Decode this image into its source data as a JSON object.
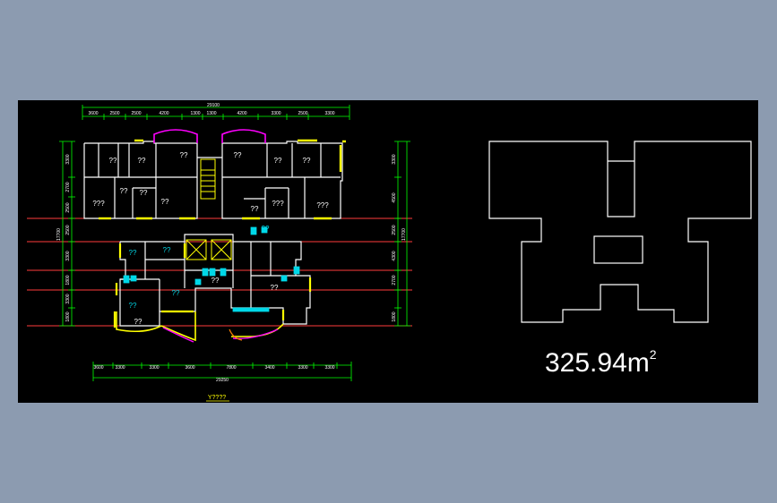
{
  "viewport": {
    "background_color": "#8c9bb0",
    "drawing_background": "#000000"
  },
  "colors": {
    "wall": "#ffffff",
    "window": "#ffff00",
    "bay": "#ff00ff",
    "dim": "#00ff00",
    "grid": "#ff3b3b",
    "fixture": "#00d8e8"
  },
  "dimensions": {
    "top_total": "29100",
    "top": [
      "3600",
      "2500",
      "2500",
      "4200",
      "1300",
      "1300",
      "4200",
      "3300",
      "2500",
      "3300"
    ],
    "bottom_total": "29250",
    "bottom": [
      "3600",
      "3300",
      "3300",
      "3600",
      "7800",
      "3400",
      "3300",
      "3300"
    ],
    "left": [
      "3300",
      "2700",
      "2500",
      "2500",
      "3300",
      "1800",
      "3300",
      "1800"
    ],
    "left_total": "17700",
    "right": [
      "3300",
      "4500",
      "2500",
      "4300",
      "2700",
      "1800"
    ],
    "right_total": "17700"
  },
  "rooms": {
    "upper": [
      "??",
      "??",
      "??",
      "??",
      "??",
      "??",
      "???",
      "??",
      "??",
      "??",
      "??",
      "???",
      "???"
    ],
    "lower": [
      "??",
      "??",
      "??",
      "??",
      "??",
      "??",
      "??",
      "??"
    ]
  },
  "plan_title": "Y????",
  "area": {
    "value": "325.94",
    "unit": "m",
    "exponent": "2"
  }
}
